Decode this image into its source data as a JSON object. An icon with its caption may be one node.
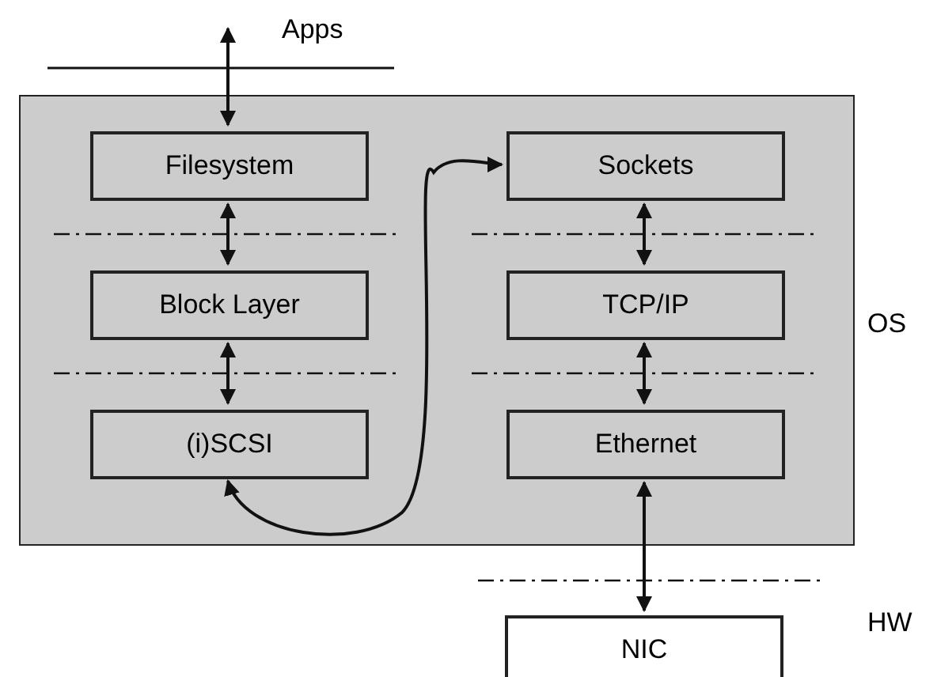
{
  "diagram": {
    "nodes": [
      {
        "text": [
          "OS"
        ]
      },
      {
        "text": [
          "Filesystem"
        ],
        "in": 0
      },
      {
        "text": [
          "Sockets"
        ],
        "in": 0
      },
      {
        "text": [
          "Block Layer"
        ],
        "in": 0
      },
      {
        "text": [
          "TCP/IP"
        ],
        "in": 0
      },
      {
        "text": [
          "(i)SCSI"
        ],
        "in": 0
      },
      {
        "text": [
          "Ethernet"
        ],
        "in": 0
      },
      {
        "text": [
          "NIC"
        ]
      }
    ],
    "edges": [
      {
        "from": null,
        "to": 1,
        "arrow": "both"
      },
      {
        "from": 1,
        "to": 3,
        "arrow": "both"
      },
      {
        "from": 3,
        "to": 5,
        "arrow": "both"
      },
      {
        "from": 5,
        "to": 2,
        "arrow": "both"
      },
      {
        "from": 2,
        "to": 4,
        "arrow": "both"
      },
      {
        "from": 4,
        "to": 6,
        "arrow": "both"
      },
      {
        "from": 6,
        "to": 7,
        "arrow": "both"
      }
    ],
    "labels": [
      "Apps",
      "HW"
    ]
  }
}
